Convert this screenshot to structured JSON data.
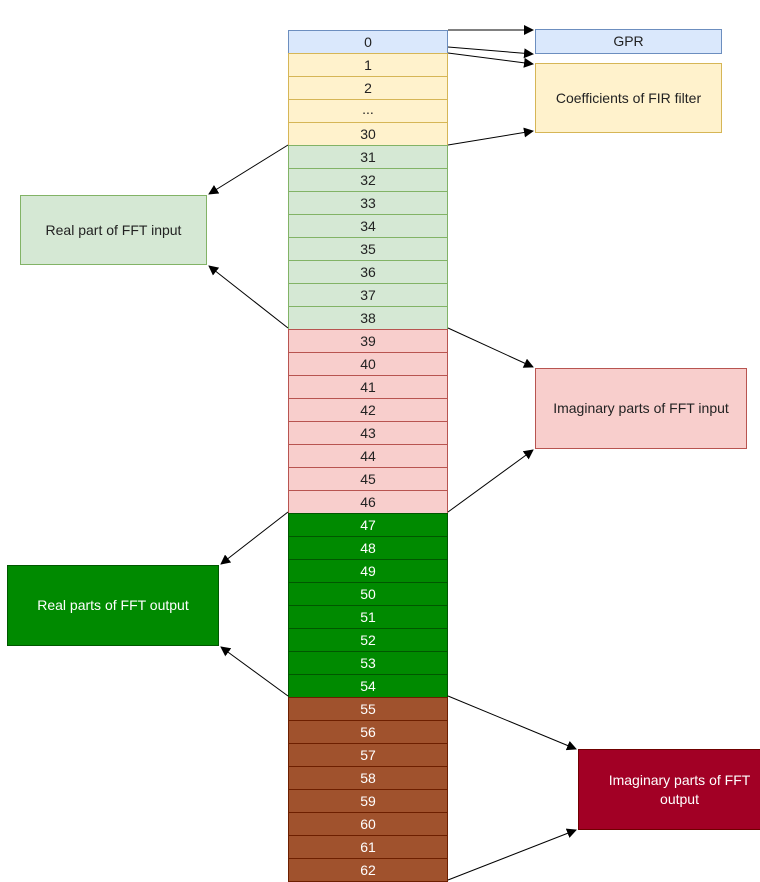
{
  "groups": [
    {
      "key": "gpr",
      "indices": [
        "0"
      ],
      "fill": "#dae8fc",
      "stroke": "#6c8ebf",
      "text_color": "#222222"
    },
    {
      "key": "fir",
      "indices": [
        "1",
        "2",
        "...",
        "30"
      ],
      "fill": "#fff2cc",
      "stroke": "#d6b656",
      "text_color": "#222222"
    },
    {
      "key": "re_in",
      "indices": [
        "31",
        "32",
        "33",
        "34",
        "35",
        "36",
        "37",
        "38"
      ],
      "fill": "#d5e8d4",
      "stroke": "#82b366",
      "text_color": "#222222"
    },
    {
      "key": "im_in",
      "indices": [
        "39",
        "40",
        "41",
        "42",
        "43",
        "44",
        "45",
        "46"
      ],
      "fill": "#f8cecc",
      "stroke": "#b85450",
      "text_color": "#222222"
    },
    {
      "key": "re_out",
      "indices": [
        "47",
        "48",
        "49",
        "50",
        "51",
        "52",
        "53",
        "54"
      ],
      "fill": "#008a00",
      "stroke": "#005700",
      "text_color": "#ffffff"
    },
    {
      "key": "im_out",
      "indices": [
        "55",
        "56",
        "57",
        "58",
        "59",
        "60",
        "61",
        "62"
      ],
      "fill": "#a0522d",
      "stroke": "#6d1f00",
      "text_color": "#ffffff"
    }
  ],
  "labels": {
    "gpr": {
      "text": "GPR",
      "fill": "#dae8fc",
      "stroke": "#6c8ebf",
      "text_color": "#222222"
    },
    "fir": {
      "text": "Coefficients of FIR filter",
      "fill": "#fff2cc",
      "stroke": "#d6b656",
      "text_color": "#222222"
    },
    "re_in": {
      "text": "Real part of FFT input",
      "fill": "#d5e8d4",
      "stroke": "#82b366",
      "text_color": "#222222"
    },
    "im_in": {
      "text": "Imaginary parts of FFT input",
      "fill": "#f8cecc",
      "stroke": "#b85450",
      "text_color": "#222222"
    },
    "re_out": {
      "text": "Real parts of FFT output",
      "fill": "#008a00",
      "stroke": "#005700",
      "text_color": "#ffffff"
    },
    "im_out": {
      "text": "Imaginary parts of FFT output",
      "fill": "#a20025",
      "stroke": "#6f0000",
      "text_color": "#ffffff"
    }
  },
  "arrow_color": "#000000"
}
